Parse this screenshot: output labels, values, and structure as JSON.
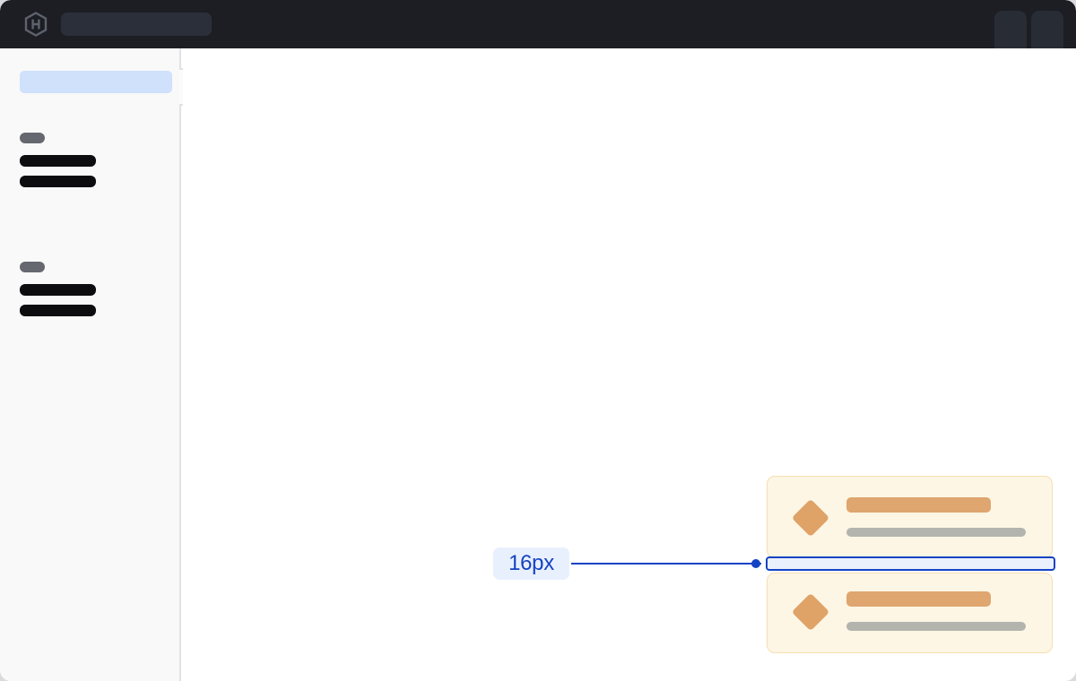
{
  "window": {
    "title_bar_color": "#1c1e24",
    "canvas_color": "#ffffff",
    "page_background": "#d9d9de"
  },
  "header": {
    "logo_icon": "hashicorp-hexagon-logo-icon",
    "search": {
      "value": "",
      "placeholder": ""
    },
    "tabs": [
      {
        "name": "header-tab-1",
        "label": ""
      },
      {
        "name": "header-tab-2",
        "label": ""
      }
    ]
  },
  "sidebar": {
    "active_item": {
      "label": "",
      "highlight_color": "#cfe1fb"
    },
    "collapse_tab_icon": "sidebar-collapse-handle-icon",
    "groups": [
      {
        "label": "",
        "items": [
          {
            "label": ""
          },
          {
            "label": ""
          }
        ]
      },
      {
        "label": "",
        "items": [
          {
            "label": ""
          },
          {
            "label": ""
          }
        ]
      }
    ]
  },
  "main": {
    "cards": [
      {
        "icon": "diamond-icon",
        "icon_color": "#dfa267",
        "title": "",
        "subtitle": "",
        "background": "#fdf6e4",
        "border_color": "#f5dfb0"
      },
      {
        "icon": "diamond-icon",
        "icon_color": "#dfa267",
        "title": "",
        "subtitle": "",
        "background": "#fdf6e4",
        "border_color": "#f5dfb0"
      }
    ]
  },
  "measurement": {
    "label": "16px",
    "accent_color": "#1543c4",
    "pill_background": "#e9f0fd",
    "highlight_fill": "#eaf1fd",
    "target": "vertical-gap-between-cards"
  }
}
